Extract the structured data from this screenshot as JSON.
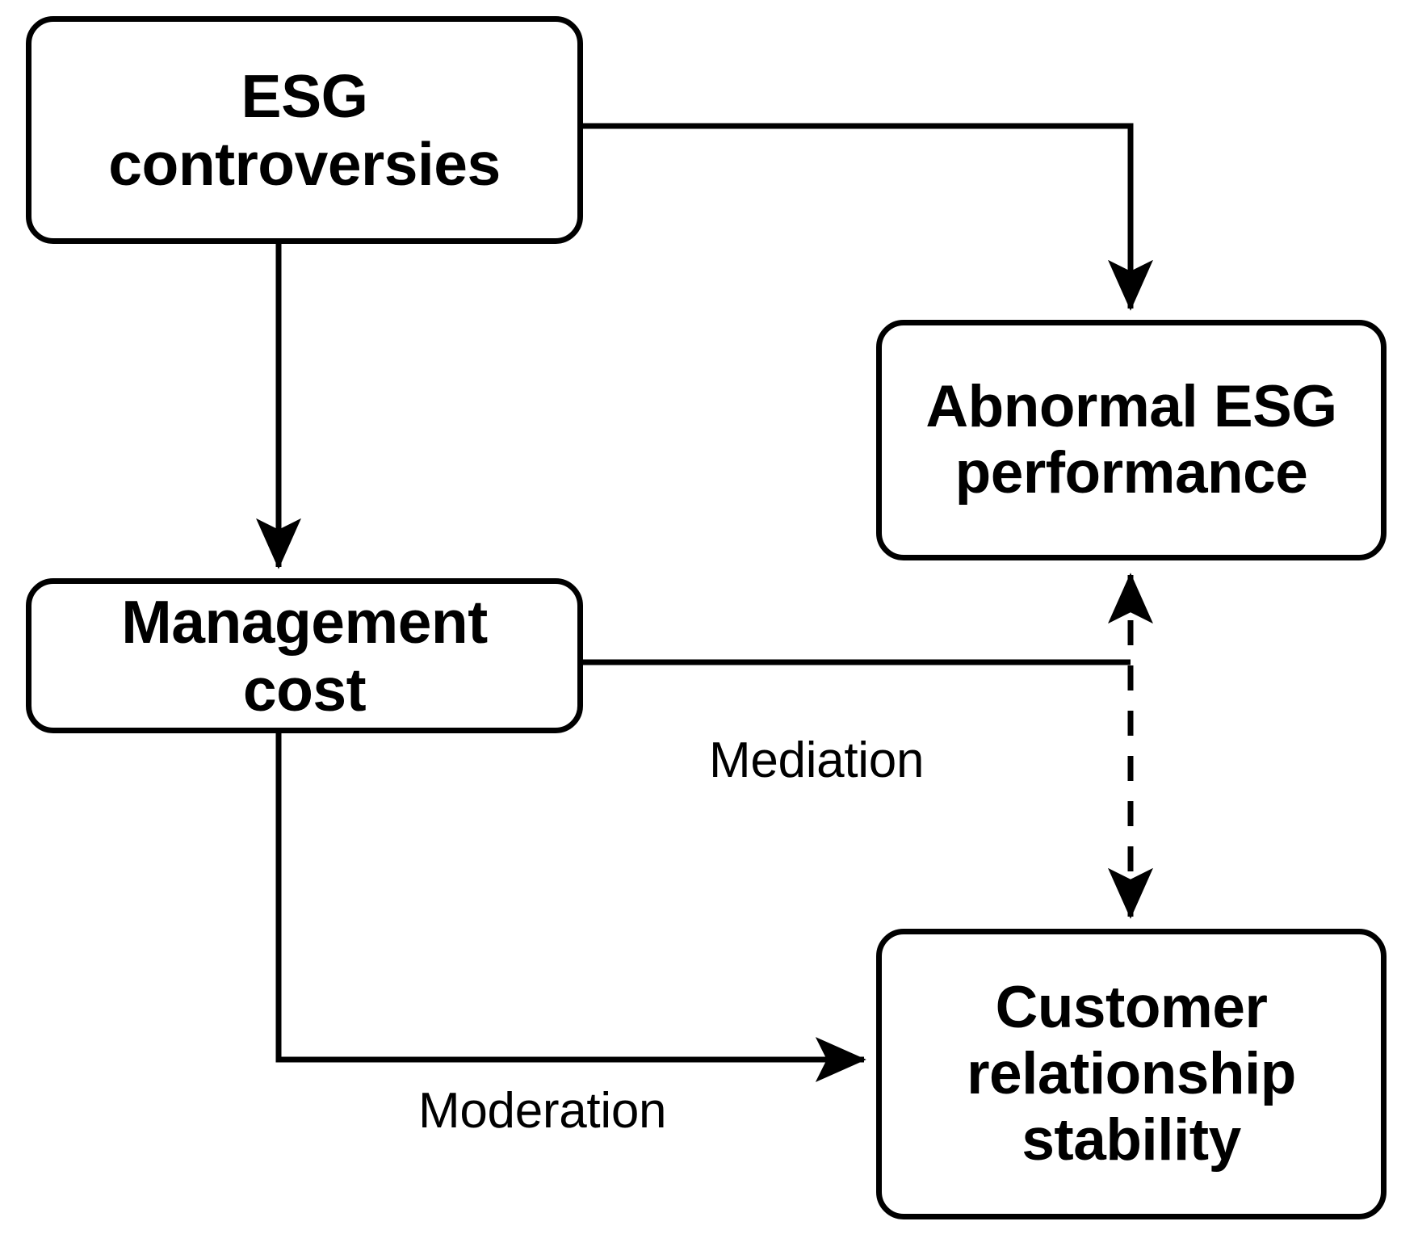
{
  "diagram": {
    "type": "flowchart",
    "title": "ESG controversies research framework",
    "background_color": "#ffffff",
    "stroke_color": "#000000",
    "nodes": [
      {
        "id": "esg-controversies",
        "label": "ESG\ncontroversies",
        "line1": "ESG",
        "line2": "controversies",
        "bold": true,
        "shape": "rounded-rectangle"
      },
      {
        "id": "management-cost",
        "label": "Management\ncost",
        "line1": "Management",
        "line2": "cost",
        "bold": true,
        "shape": "rounded-rectangle"
      },
      {
        "id": "abnormal-esg-performance",
        "label": "Abnormal ESG\nperformance",
        "line1": "Abnormal ESG",
        "line2": "performance",
        "bold": true,
        "shape": "rounded-rectangle"
      },
      {
        "id": "customer-relationship-stability",
        "label": "Customer\nrelationship\nstability",
        "line1": "Customer",
        "line2": "relationship",
        "line3": "stability",
        "bold": true,
        "shape": "rounded-rectangle"
      }
    ],
    "edges": [
      {
        "id": "esg-to-abnormal",
        "from": "esg-controversies",
        "to": "abnormal-esg-performance",
        "style": "solid",
        "arrow": "single",
        "label": ""
      },
      {
        "id": "esg-to-management",
        "from": "esg-controversies",
        "to": "management-cost",
        "style": "solid",
        "arrow": "single",
        "label": ""
      },
      {
        "id": "management-to-abnormal",
        "from": "management-cost",
        "to": "abnormal-esg-performance",
        "style": "solid",
        "arrow": "none",
        "label": "Mediation"
      },
      {
        "id": "management-to-customer",
        "from": "management-cost",
        "to": "customer-relationship-stability",
        "style": "solid",
        "arrow": "single",
        "label": "Moderation"
      },
      {
        "id": "customer-to-abnormal-dashed",
        "from": "customer-relationship-stability",
        "to": "abnormal-esg-performance",
        "style": "dashed",
        "arrow": "double",
        "label": ""
      }
    ],
    "labels": {
      "mediation": "Mediation",
      "moderation": "Moderation"
    }
  }
}
